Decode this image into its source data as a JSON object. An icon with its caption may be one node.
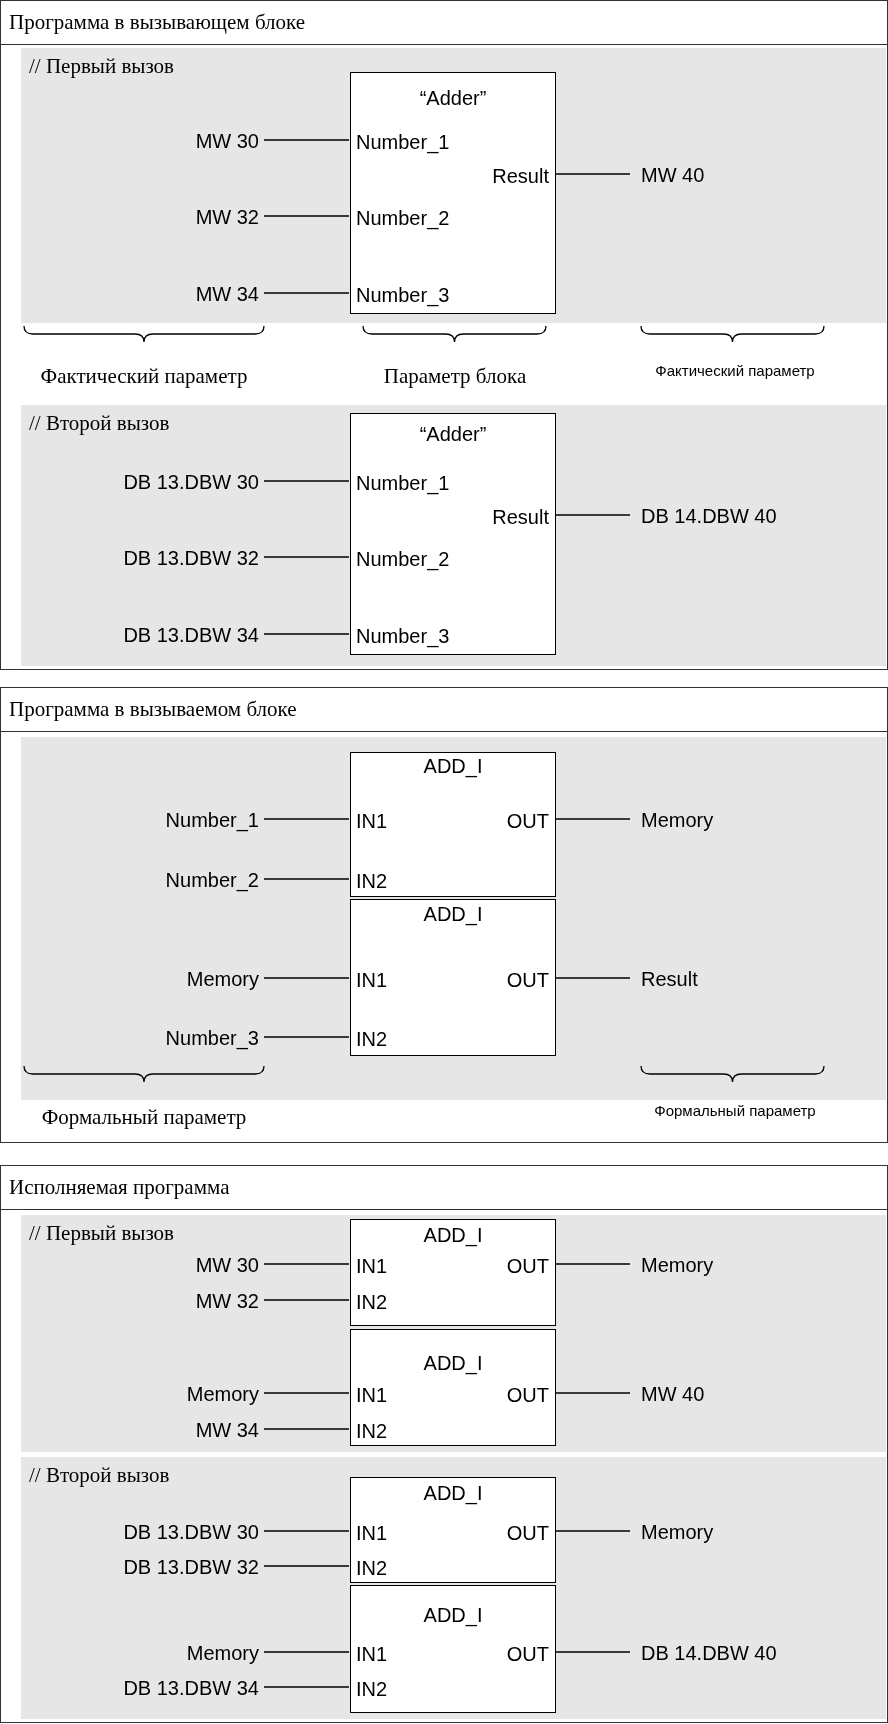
{
  "diagram": {
    "nodes": [
      {
        "text": [
          "Программа в вызывающем блоке"
        ]
      },
      {
        "text": [
          "// Первый вызов"
        ],
        "in": 0
      },
      {
        "text": [
          "“Adder”",
          "Number_1",
          "Result",
          "Number_2",
          "Number_3"
        ],
        "in": 1
      },
      {
        "text": [
          "MW 30"
        ],
        "in": 1
      },
      {
        "text": [
          "MW 32"
        ],
        "in": 1
      },
      {
        "text": [
          "MW 34"
        ],
        "in": 1
      },
      {
        "text": [
          "MW 40"
        ],
        "in": 1
      },
      {
        "text": [
          "// Второй вызов"
        ],
        "in": 0
      },
      {
        "text": [
          "“Adder”",
          "Number_1",
          "Result",
          "Number_2",
          "Number_3"
        ],
        "in": 7
      },
      {
        "text": [
          "DB 13.DBW 30"
        ],
        "in": 7
      },
      {
        "text": [
          "DB 13.DBW 32"
        ],
        "in": 7
      },
      {
        "text": [
          "DB 13.DBW 34"
        ],
        "in": 7
      },
      {
        "text": [
          "DB 14.DBW 40"
        ],
        "in": 7
      },
      {
        "text": [
          "Программа в вызываемом блоке"
        ]
      },
      {
        "text": [],
        "shape": "box",
        "in": 13
      },
      {
        "text": [
          "ADD_I",
          "IN1",
          "OUT",
          "IN2"
        ],
        "in": 14
      },
      {
        "text": [
          "Number_1"
        ],
        "in": 14
      },
      {
        "text": [
          "Number_2"
        ],
        "in": 14
      },
      {
        "text": [
          "Memory"
        ],
        "in": 14
      },
      {
        "text": [
          "ADD_I",
          "IN1",
          "OUT",
          "IN2"
        ],
        "in": 14
      },
      {
        "text": [
          "Memory"
        ],
        "in": 14
      },
      {
        "text": [
          "Number_3"
        ],
        "in": 14
      },
      {
        "text": [
          "Result"
        ],
        "in": 14
      },
      {
        "text": [
          "Исполняемая программа"
        ]
      },
      {
        "text": [
          "// Первый вызов"
        ],
        "in": 23
      },
      {
        "text": [
          "ADD_I",
          "IN1",
          "OUT",
          "IN2"
        ],
        "in": 24
      },
      {
        "text": [
          "MW 30"
        ],
        "in": 24
      },
      {
        "text": [
          "MW 32"
        ],
        "in": 24
      },
      {
        "text": [
          "Memory"
        ],
        "in": 24
      },
      {
        "text": [
          "ADD_I",
          "IN1",
          "OUT",
          "IN2"
        ],
        "in": 24
      },
      {
        "text": [
          "Memory"
        ],
        "in": 24
      },
      {
        "text": [
          "MW 34"
        ],
        "in": 24
      },
      {
        "text": [
          "MW 40"
        ],
        "in": 24
      },
      {
        "text": [
          "// Второй вызов"
        ],
        "in": 23
      },
      {
        "text": [
          "ADD_I",
          "IN1",
          "OUT",
          "IN2"
        ],
        "in": 33
      },
      {
        "text": [
          "DB 13.DBW 30"
        ],
        "in": 33
      },
      {
        "text": [
          "DB 13.DBW 32"
        ],
        "in": 33
      },
      {
        "text": [
          "Memory"
        ],
        "in": 33
      },
      {
        "text": [
          "ADD_I",
          "IN1",
          "OUT",
          "IN2"
        ],
        "in": 33
      },
      {
        "text": [
          "Memory"
        ],
        "in": 33
      },
      {
        "text": [
          "DB 13.DBW 34"
        ],
        "in": 33
      },
      {
        "text": [
          "DB 14.DBW 40"
        ],
        "in": 33
      }
    ],
    "edges": [
      {
        "from": 3,
        "to": 2,
        "arrow": "none"
      },
      {
        "from": 4,
        "to": 2,
        "arrow": "none"
      },
      {
        "from": 5,
        "to": 2,
        "arrow": "none"
      },
      {
        "from": 2,
        "to": 6,
        "arrow": "none"
      },
      {
        "from": 9,
        "to": 8,
        "arrow": "none"
      },
      {
        "from": 10,
        "to": 8,
        "arrow": "none"
      },
      {
        "from": 11,
        "to": 8,
        "arrow": "none"
      },
      {
        "from": 8,
        "to": 12,
        "arrow": "none"
      },
      {
        "from": 16,
        "to": 15,
        "arrow": "none"
      },
      {
        "from": 17,
        "to": 15,
        "arrow": "none"
      },
      {
        "from": 15,
        "to": 18,
        "arrow": "none"
      },
      {
        "from": 20,
        "to": 19,
        "arrow": "none"
      },
      {
        "from": 21,
        "to": 19,
        "arrow": "none"
      },
      {
        "from": 19,
        "to": 22,
        "arrow": "none"
      },
      {
        "from": 26,
        "to": 25,
        "arrow": "none"
      },
      {
        "from": 27,
        "to": 25,
        "arrow": "none"
      },
      {
        "from": 25,
        "to": 28,
        "arrow": "none"
      },
      {
        "from": 30,
        "to": 29,
        "arrow": "none"
      },
      {
        "from": 31,
        "to": 29,
        "arrow": "none"
      },
      {
        "from": 29,
        "to": 32,
        "arrow": "none"
      },
      {
        "from": 35,
        "to": 34,
        "arrow": "none"
      },
      {
        "from": 36,
        "to": 34,
        "arrow": "none"
      },
      {
        "from": 34,
        "to": 37,
        "arrow": "none"
      },
      {
        "from": 39,
        "to": 38,
        "arrow": "none"
      },
      {
        "from": 40,
        "to": 38,
        "arrow": "none"
      },
      {
        "from": 38,
        "to": 41,
        "arrow": "none"
      }
    ],
    "labels": [
      "Фактический параметр",
      "Параметр блока",
      "Фактический параметр",
      "Формальный параметр",
      "Формальный параметр"
    ]
  }
}
